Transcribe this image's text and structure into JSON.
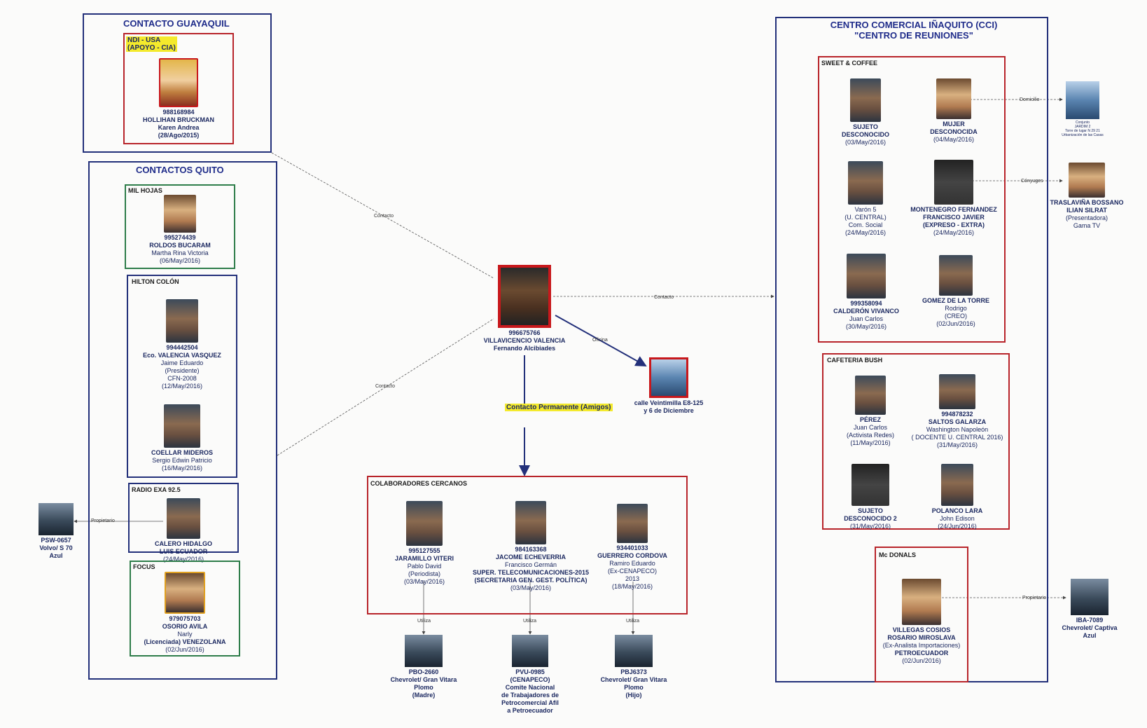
{
  "guayaquil": {
    "title": "CONTACTO GUAYAQUIL",
    "tag": [
      "NDI - USA",
      "(APOYO - CIA)"
    ],
    "person": [
      "988168984",
      "HOLLIHAN BRUCKMAN",
      "Karen Andrea",
      "(28/Ago/2015)"
    ]
  },
  "quito": {
    "title": "CONTACTOS QUITO",
    "milhojas": {
      "label": "MIL HOJAS",
      "person": [
        "995274439",
        "ROLDOS BUCARAM",
        "Martha Rina Victoria",
        "(06/May/2016)"
      ]
    },
    "hilton": {
      "label": "HILTON COLÓN",
      "p1": [
        "994442504",
        "Eco. VALENCIA VASQUEZ",
        "Jaime Eduardo",
        "(Presidente)",
        "CFN-2008",
        "(12/May/2016)"
      ],
      "p2": [
        "COELLAR MIDEROS",
        "Sergio Edwin Patricio",
        "(16/May/2016)"
      ]
    },
    "radio": {
      "label": "RADIO EXA 92.5",
      "person": [
        "CALERO HIDALGO",
        "LUIS ECUADOR",
        "(24/May/2016)"
      ]
    },
    "focus": {
      "label": "FOCUS",
      "person": [
        "979075703",
        "OSORIO AVILA",
        "Narly",
        "(Licenciada) VENEZOLANA",
        "(02/Jun/2016)"
      ]
    }
  },
  "radio_car": [
    "PSW-0657",
    "Volvo/ S 70",
    "Azul"
  ],
  "center": {
    "person": [
      "996675766",
      "VILLAVICENCIO VALENCIA",
      "Fernando Alcibiades"
    ]
  },
  "office": [
    "calle Veintimilla E8-125",
    "y 6 de Diciembre"
  ],
  "permanent": [
    "Contacto",
    "Permanente",
    "(Amigos)"
  ],
  "edges": {
    "contacto": "Contacto",
    "oficina": "Oficina",
    "propietario": "Propietario",
    "utiliza": "Utiliza",
    "domicilio": "Domicilio",
    "conyuges": "Cónyuges"
  },
  "colaboradores": {
    "label": "COLABORADORES CERCANOS",
    "p1": [
      "995127555",
      "JARAMILLO VITERI",
      "Pablo David",
      "(Periodista)",
      "(03/May/2016)"
    ],
    "p2": [
      "984163368",
      "JACOME ECHEVERRIA",
      "Francisco Germán",
      "SUPER. TELECOMUNICACIONES-2015",
      "(SECRETARIA GEN. GEST. POLÍTICA)",
      "(03/May/2016)"
    ],
    "p3": [
      "934401033",
      "GUERRERO CORDOVA",
      "Ramiro Eduardo",
      "(Ex-CENAPECO)",
      "2013",
      "(18/May/2016)"
    ]
  },
  "cars": {
    "c1": [
      "PBO-2660",
      "Chevrolet/ Gran Vitara",
      "Plomo",
      "(Madre)"
    ],
    "c2": [
      "PVU-0985",
      "(CENAPECO)",
      "Comite Nacional",
      "de Trabajadores de",
      "Petrocomercial Afil",
      "a Petroecuador"
    ],
    "c3": [
      "PBJ6373",
      "Chevrolet/ Gran Vitara",
      "Plomo",
      "(Hijo)"
    ]
  },
  "cci": {
    "title": [
      "CENTRO COMERCIAL IÑAQUITO (CCI)",
      "\"CENTRO DE REUNIONES\""
    ],
    "sweet": {
      "label": "SWEET & COFFEE",
      "p1": [
        "SUJETO",
        "DESCONOCIDO",
        "(03/May/2016)"
      ],
      "p2": [
        "MUJER",
        "DESCONOCIDA",
        "(04/May/2016)"
      ],
      "p3": [
        "Varón 5",
        "(U. CENTRAL)",
        "Com. Social",
        "(24/May/2016)"
      ],
      "p4": [
        "MONTENEGRO FERNANDEZ",
        "FRANCISCO JAVIER",
        "(EXPRESO - EXTRA)",
        "(24/May/2016)"
      ],
      "p5": [
        "999358094",
        "CALDERÓN VIVANCO",
        "Juan Carlos",
        "(30/May/2016)"
      ],
      "p6": [
        "GOMEZ DE LA TORRE",
        "Rodrigo",
        "(CREO)",
        "(02/Jun/2016)"
      ]
    },
    "bush": {
      "label": "CAFETERIA BUSH",
      "p1": [
        "PÉREZ",
        "Juan Carlos",
        "(Activista Redes)",
        "(11/May/2016)"
      ],
      "p2": [
        "994878232",
        "SALTOS GALARZA",
        "Washington Napoleón",
        "( DOCENTE U. CENTRAL 2016)",
        "(31/May/2016)"
      ],
      "p3": [
        "SUJETO",
        "DESCONOCIDO 2",
        "(31/May/2016)"
      ],
      "p4": [
        "POLANCO LARA",
        "John Edison",
        "(24/Jun/2016)"
      ]
    },
    "mcd": {
      "label": "Mc DONALS",
      "person": [
        "VILLEGAS COSIOS",
        "ROSARIO MIROSLAVA",
        "(Ex-Analista Importaciones)",
        "PETROECUADOR",
        "(02/Jun/2016)"
      ]
    }
  },
  "right": {
    "home": [
      "Conjunto",
      "JARDIM 2",
      "Torre de lugar N 29 21",
      "Urbanización de las Casas"
    ],
    "spouse": [
      "TRASLAVIÑA BOSSANO",
      "ILIAN SILRAT",
      "(Presentadora)",
      "Gama TV"
    ],
    "car": [
      "IBA-7089",
      "Chevrolet/ Captiva",
      "Azul"
    ]
  }
}
